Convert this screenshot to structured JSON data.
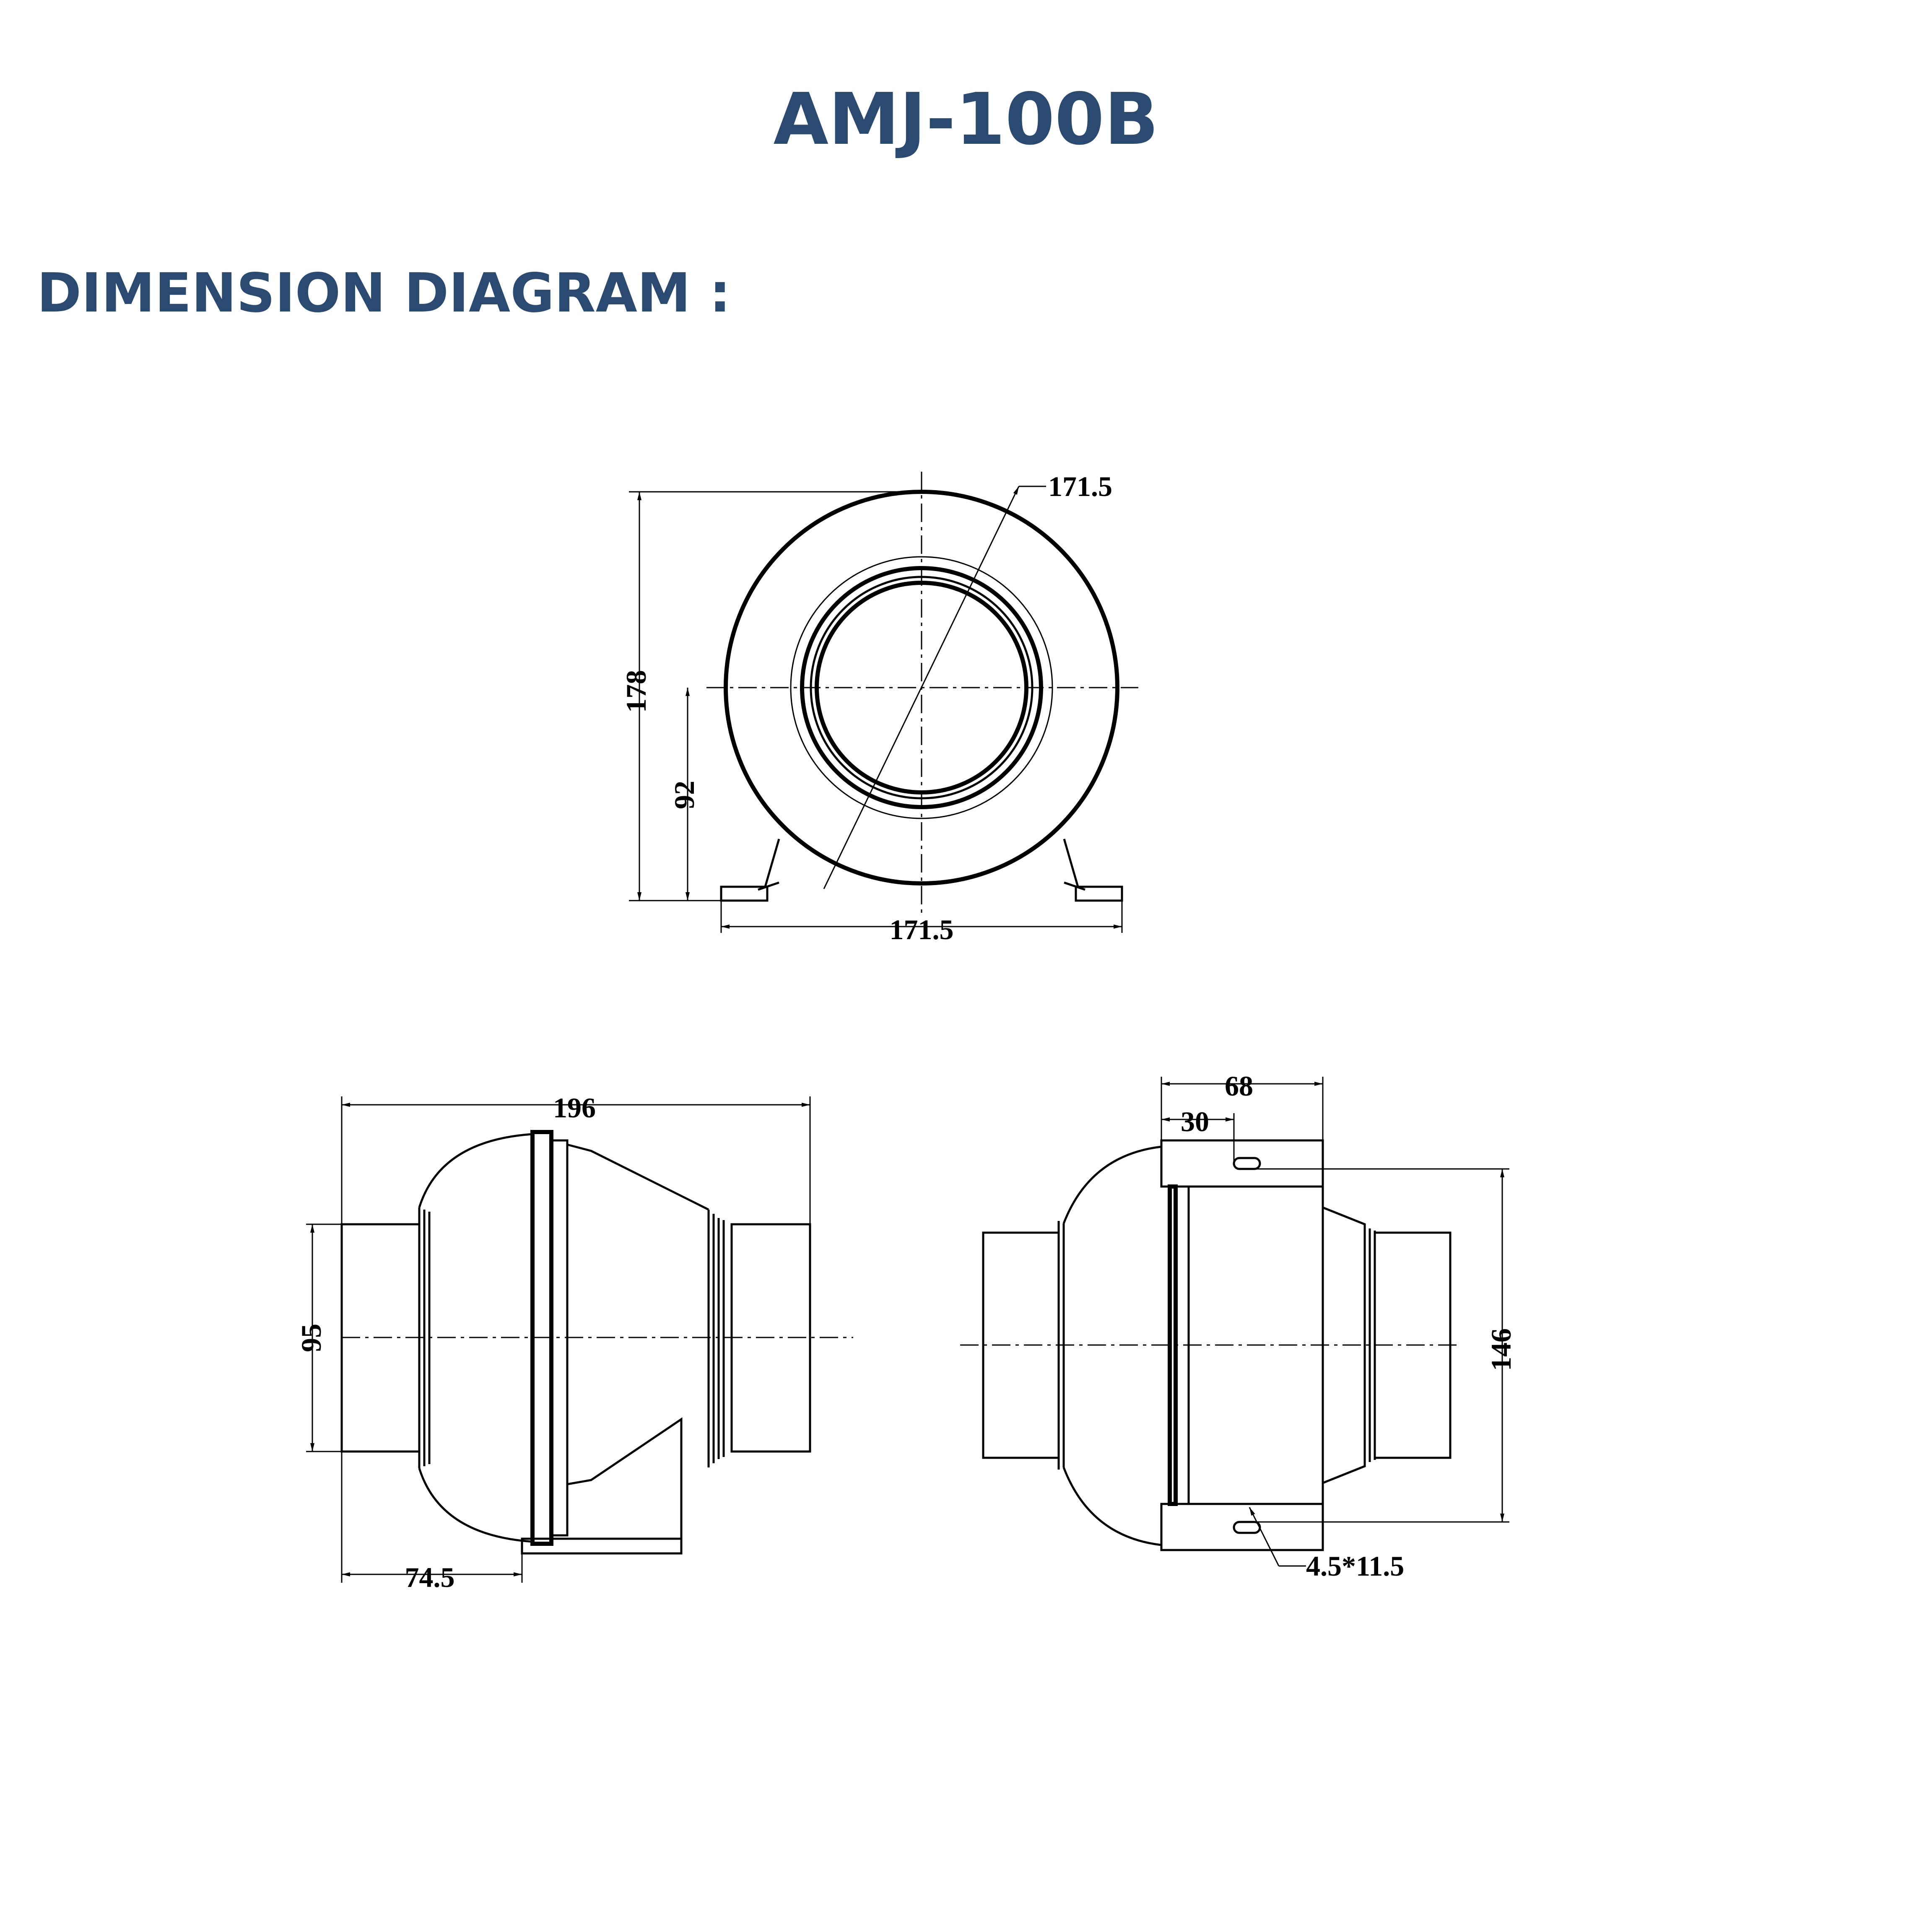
{
  "header": {
    "title": "AMJ-100B",
    "section_heading": "DIMENSION DIAGRAM :"
  },
  "colors": {
    "heading": "#2a4a72",
    "line": "#000000",
    "background": "#ffffff"
  },
  "front_view": {
    "diameter_label": "171.5",
    "height_label": "178",
    "center_height_label": "92",
    "base_width_label": "171.5"
  },
  "side_view": {
    "length_label": "196",
    "outlet_diameter_label": "95",
    "foot_offset_label": "74.5"
  },
  "top_view": {
    "bracket_width_label": "68",
    "slot_offset_label": "30",
    "mounting_span_label": "146",
    "slot_size_label": "4.5*11.5"
  }
}
